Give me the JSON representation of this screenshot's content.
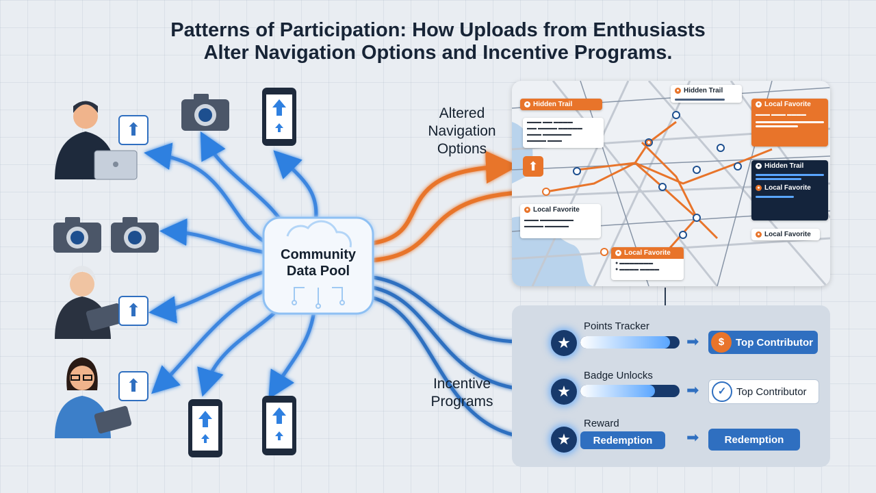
{
  "title": {
    "line1": "Patterns of Participation: How Uploads from Enthusiasts",
    "line2": "Alter Navigation Options and Incentive Programs."
  },
  "hub": {
    "label_line1": "Community",
    "label_line2": "Data Pool"
  },
  "navigation": {
    "label_line1": "Altered",
    "label_line2": "Navigation",
    "label_line3": "Options"
  },
  "map_cards": [
    {
      "title": "Hidden Trail",
      "style": "orange"
    },
    {
      "title": "Hidden Trail",
      "style": "white"
    },
    {
      "title": "Local Favorite",
      "style": "orange"
    },
    {
      "title": "Hidden Trail",
      "style": "dark"
    },
    {
      "title": "Local Favorite",
      "style": "dark"
    },
    {
      "title": "Local Favorite",
      "style": "white"
    },
    {
      "title": "Local Favorite",
      "style": "white"
    },
    {
      "title": "Local Favorite",
      "style": "white"
    }
  ],
  "incentives": {
    "label_line1": "Incentive",
    "label_line2": "Programs",
    "rows": [
      {
        "label": "Points Tracker",
        "progress": 0.9,
        "reward": "Top Contributor",
        "reward_style": "blue",
        "reward_icon": "dollar-badge-icon"
      },
      {
        "label": "Badge Unlocks",
        "progress": 0.75,
        "reward": "Top Contributor",
        "reward_style": "white",
        "reward_icon": "check-shield-icon"
      },
      {
        "label": "Reward",
        "bar_text": "Redemption",
        "reward": "Redemption",
        "reward_style": "blue"
      }
    ]
  },
  "colors": {
    "upload_blue": "#2f6fc0",
    "navigation_orange": "#e8742a",
    "dark_navy": "#14243c"
  }
}
